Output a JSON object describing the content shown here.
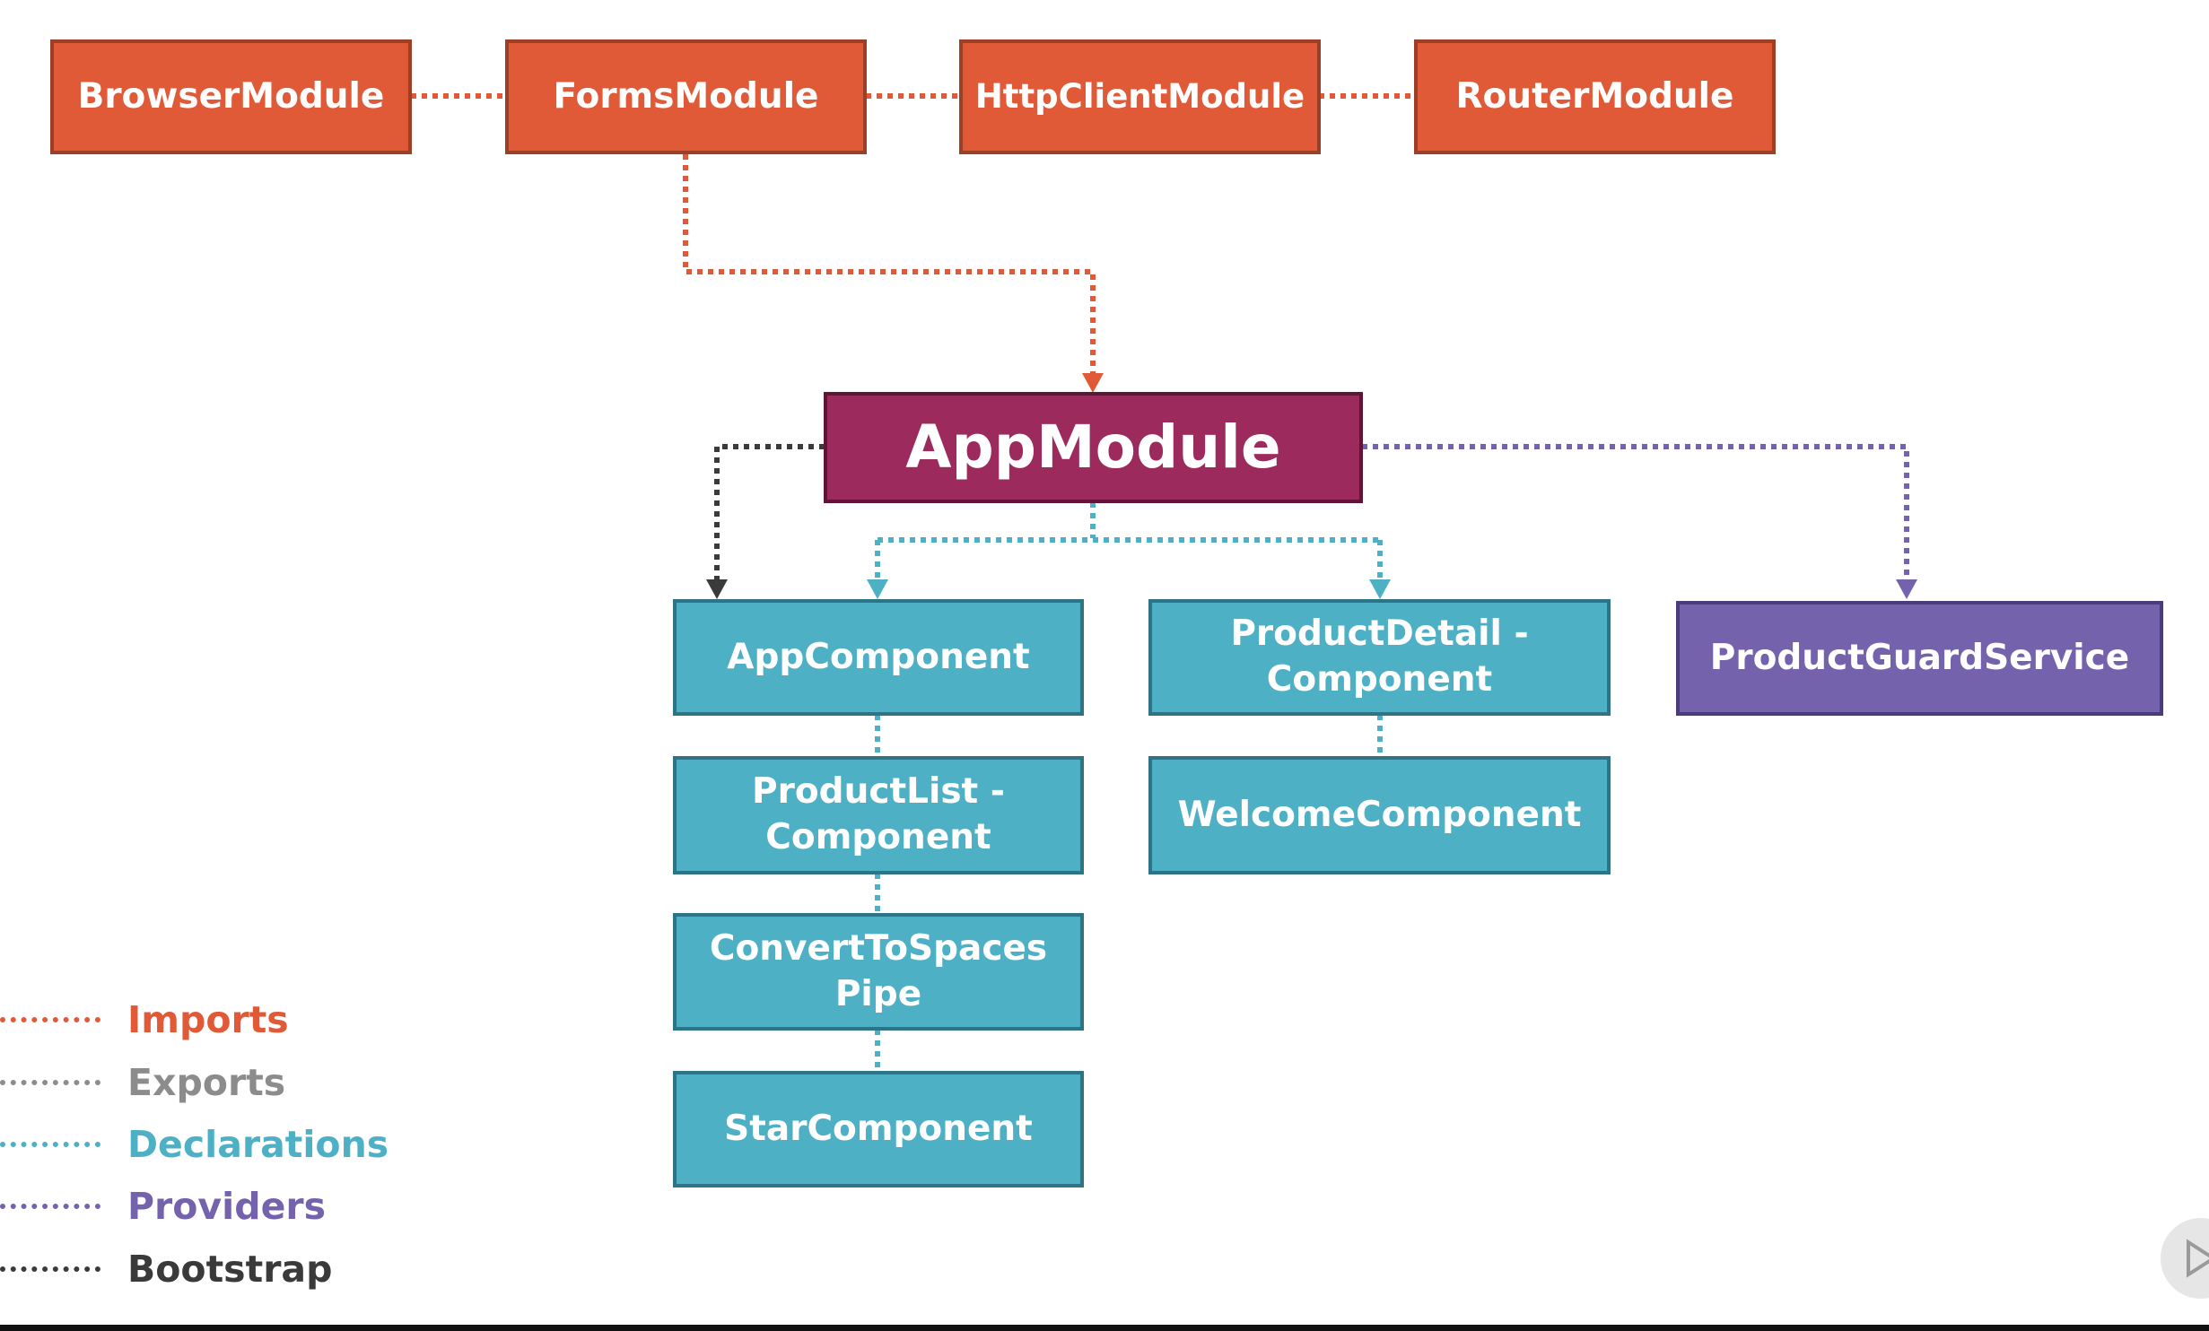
{
  "nodes": {
    "browser_module": "BrowserModule",
    "forms_module": "FormsModule",
    "httpclient_module": "HttpClientModule",
    "router_module": "RouterModule",
    "app_module": "AppModule",
    "app_component": "AppComponent",
    "product_detail_component": "ProductDetail -\nComponent",
    "product_guard_service": "ProductGuardService",
    "product_list_component": "ProductList -\nComponent",
    "welcome_component": "WelcomeComponent",
    "convert_to_spaces_pipe": "ConvertToSpaces\nPipe",
    "star_component": "StarComponent"
  },
  "legend": {
    "imports": "Imports",
    "exports": "Exports",
    "declarations": "Declarations",
    "providers": "Providers",
    "bootstrap": "Bootstrap"
  },
  "colors": {
    "imports": "#e05a37",
    "exports": "#8c8c8c",
    "declarations": "#4eb0c4",
    "providers": "#7562ad",
    "bootstrap": "#3a3a3a",
    "app_module": "#9c2a5c"
  },
  "icons": {
    "player_badge": "play-icon"
  }
}
